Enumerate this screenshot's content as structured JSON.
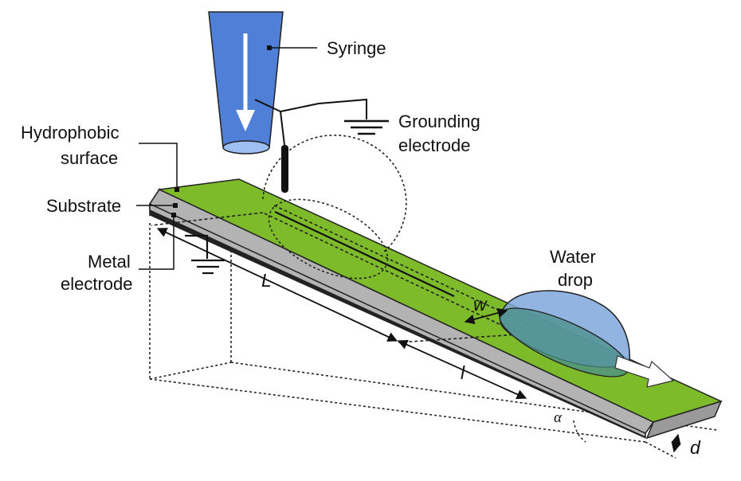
{
  "labels": {
    "syringe": "Syringe",
    "grounding_line1": "Grounding",
    "grounding_line2": "electrode",
    "hydrophobic_line1": "Hydrophobic",
    "hydrophobic_line2": "surface",
    "substrate": "Substrate",
    "metal_line1": "Metal",
    "metal_line2": "electrode",
    "water_line1": "Water",
    "water_line2": "drop"
  },
  "symbols": {
    "length_total": "L",
    "length_electrode": "l",
    "width": "w",
    "angle": "α",
    "thickness": "d"
  },
  "colors": {
    "syringe": "#4f7fd6",
    "hydrophobic": "#7dbb2a",
    "substrate": "#b3b3b3",
    "metal": "#222222",
    "drop": "#7ea7dc",
    "drop_footprint": "#4b8f8a",
    "arrow_fill": "#ffffff"
  }
}
